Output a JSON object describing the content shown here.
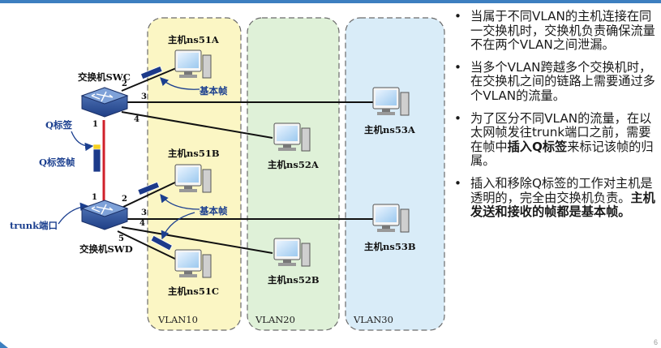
{
  "diagram": {
    "hosts": {
      "ns51A": "主机ns51A",
      "ns51B": "主机ns51B",
      "ns51C": "主机ns51C",
      "ns52A": "主机ns52A",
      "ns52B": "主机ns52B",
      "ns53A": "主机ns53A",
      "ns53B": "主机ns53B"
    },
    "switches": {
      "swc": "交换机SWC",
      "swd": "交换机SWD"
    },
    "vlans": {
      "v10": "VLAN10",
      "v20": "VLAN20",
      "v30": "VLAN30"
    },
    "annotations": {
      "basic_frame_top": "基本帧",
      "basic_frame_bottom": "基本帧",
      "q_tag": "Q标签",
      "q_tag_frame": "Q标签帧",
      "trunk_port": "trunk端口"
    },
    "ports": {
      "swc": [
        "2",
        "3",
        "4",
        "1"
      ],
      "swd": [
        "1",
        "2",
        "3",
        "4",
        "5"
      ]
    },
    "colors": {
      "vlan10": "#fbf6c4",
      "vlan20": "#dff1d8",
      "vlan30": "#d9ecf8",
      "trunk": "#d0202a",
      "frame": "#1c3a8a"
    }
  },
  "bullets": [
    {
      "text": "当属于不同VLAN的主机连接在同一交换机时，交换机负责确保流量不在两个VLAN之间泄漏。"
    },
    {
      "text": "当多个VLAN跨越多个交换机时，在交换机之间的链路上需要通过多个VLAN的流量。"
    },
    {
      "before": "为了区分不同VLAN的流量，在以太网帧发往trunk端口之前，需要在帧中",
      "bold": "插入Q标签",
      "after": "来标记该帧的归属。"
    },
    {
      "before": "插入和移除Q标签的工作对主机是透明的，完全由交换机负责。",
      "bold": "主机发送和接收的帧都是基本帧。",
      "after": ""
    }
  ],
  "bullet_symbol": "•",
  "page_number": "6"
}
